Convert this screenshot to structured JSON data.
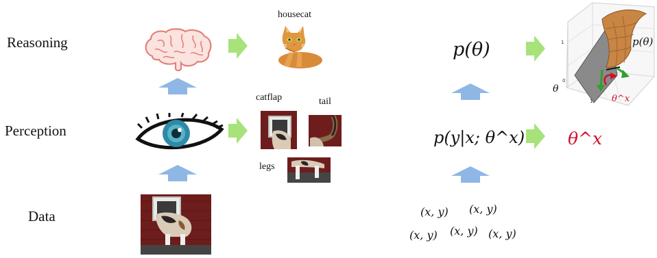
{
  "rows": {
    "reasoning": "Reasoning",
    "perception": "Perception",
    "data": "Data"
  },
  "images": {
    "housecat_label": "housecat",
    "catflap_label": "catflap",
    "tail_label": "tail",
    "legs_label": "legs"
  },
  "formulas": {
    "prior": "p(θ)",
    "likelihood": "p(y|x; θ^x)",
    "theta_x": "θ^x",
    "surface_label": "p(θ)",
    "surface_theta_x": "θ^x",
    "surface_theta_axis": "θ",
    "pairs": [
      "(x, y)",
      "(x, y)",
      "(x, y)",
      "(x, y)",
      "(x, y)"
    ]
  },
  "plot_ticks": {
    "z_top": "1",
    "z_zero": "0",
    "x_tick": "1"
  },
  "colors": {
    "green_arrow": "#a8e27a",
    "blue_arrow": "#8fb7e6",
    "red": "#d0102c",
    "brain": "#f2a0a0"
  }
}
